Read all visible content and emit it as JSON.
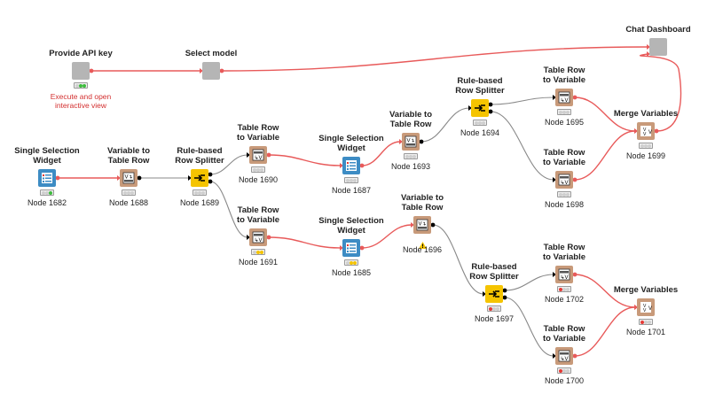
{
  "nodes": [
    {
      "id": "api_key",
      "title_lines": [
        "Provide API key"
      ],
      "label": "",
      "note_lines": [
        "Execute and open",
        "interactive view"
      ],
      "icon": "gray",
      "status": "green_ready"
    },
    {
      "id": "select_model",
      "title_lines": [
        "Select model"
      ],
      "label": "",
      "note_lines": [],
      "icon": "gray",
      "status": "none"
    },
    {
      "id": "chat_dashboard",
      "title_lines": [
        "Chat Dashboard"
      ],
      "label": "",
      "note_lines": [],
      "icon": "gray",
      "status": "none"
    },
    {
      "id": "n1682",
      "title_lines": [
        "Single Selection",
        "Widget"
      ],
      "label": "Node 1682",
      "note_lines": [],
      "icon": "widget",
      "status": "green"
    },
    {
      "id": "n1688",
      "title_lines": [
        "Variable to",
        "Table Row"
      ],
      "label": "Node 1688",
      "note_lines": [],
      "icon": "v2row",
      "status": "none"
    },
    {
      "id": "n1689",
      "title_lines": [
        "Rule-based",
        "Row Splitter"
      ],
      "label": "Node 1689",
      "note_lines": [],
      "icon": "splitter",
      "status": "none"
    },
    {
      "id": "n1690",
      "title_lines": [
        "Table Row",
        "to Variable"
      ],
      "label": "Node 1690",
      "note_lines": [],
      "icon": "row2v",
      "status": "none"
    },
    {
      "id": "n1691",
      "title_lines": [
        "Table Row",
        "to Variable"
      ],
      "label": "Node 1691",
      "note_lines": [],
      "icon": "row2v",
      "status": "yellow"
    },
    {
      "id": "n1687",
      "title_lines": [
        "Single Selection",
        "Widget"
      ],
      "label": "Node 1687",
      "note_lines": [],
      "icon": "widget",
      "status": "none"
    },
    {
      "id": "n1685",
      "title_lines": [
        "Single Selection",
        "Widget"
      ],
      "label": "Node 1685",
      "note_lines": [],
      "icon": "widget",
      "status": "yellow"
    },
    {
      "id": "n1693",
      "title_lines": [
        "Variable to",
        "Table Row"
      ],
      "label": "Node 1693",
      "note_lines": [],
      "icon": "v2row",
      "status": "none"
    },
    {
      "id": "n1696",
      "title_lines": [
        "Variable to",
        "Table Row"
      ],
      "label": "Node 1696",
      "note_lines": [],
      "icon": "v2row_w",
      "status": "warning"
    },
    {
      "id": "n1694",
      "title_lines": [
        "Rule-based",
        "Row Splitter"
      ],
      "label": "Node 1694",
      "note_lines": [],
      "icon": "splitter",
      "status": "none"
    },
    {
      "id": "n1697",
      "title_lines": [
        "Rule-based",
        "Row Splitter"
      ],
      "label": "Node 1697",
      "note_lines": [],
      "icon": "splitter",
      "status": "red"
    },
    {
      "id": "n1695",
      "title_lines": [
        "Table Row",
        "to Variable"
      ],
      "label": "Node 1695",
      "note_lines": [],
      "icon": "row2v",
      "status": "none"
    },
    {
      "id": "n1698",
      "title_lines": [
        "Table Row",
        "to Variable"
      ],
      "label": "Node 1698",
      "note_lines": [],
      "icon": "row2v",
      "status": "none"
    },
    {
      "id": "n1699",
      "title_lines": [
        "Merge Variables"
      ],
      "label": "Node 1699",
      "note_lines": [],
      "icon": "merge",
      "status": "none"
    },
    {
      "id": "n1702",
      "title_lines": [
        "Table Row",
        "to Variable"
      ],
      "label": "Node 1702",
      "note_lines": [],
      "icon": "row2v",
      "status": "red"
    },
    {
      "id": "n1700",
      "title_lines": [
        "Table Row",
        "to Variable"
      ],
      "label": "Node 1700",
      "note_lines": [],
      "icon": "row2v",
      "status": "red"
    },
    {
      "id": "n1701",
      "title_lines": [
        "Merge Variables"
      ],
      "label": "Node 1701",
      "note_lines": [],
      "icon": "merge",
      "status": "red"
    }
  ],
  "edges": [
    {
      "from": "api_key",
      "to": "select_model",
      "kind": "variable"
    },
    {
      "from": "select_model",
      "to": "chat_dashboard",
      "kind": "variable"
    },
    {
      "from": "n1682",
      "to": "n1688",
      "kind": "variable"
    },
    {
      "from": "n1688",
      "to": "n1689",
      "kind": "data"
    },
    {
      "from": "n1689",
      "to": "n1690",
      "kind": "data",
      "port": 0
    },
    {
      "from": "n1689",
      "to": "n1691",
      "kind": "data",
      "port": 1
    },
    {
      "from": "n1690",
      "to": "n1687",
      "kind": "variable"
    },
    {
      "from": "n1691",
      "to": "n1685",
      "kind": "variable"
    },
    {
      "from": "n1687",
      "to": "n1693",
      "kind": "variable"
    },
    {
      "from": "n1685",
      "to": "n1696",
      "kind": "variable"
    },
    {
      "from": "n1693",
      "to": "n1694",
      "kind": "data"
    },
    {
      "from": "n1696",
      "to": "n1697",
      "kind": "data"
    },
    {
      "from": "n1694",
      "to": "n1695",
      "kind": "data",
      "port": 0
    },
    {
      "from": "n1694",
      "to": "n1698",
      "kind": "data",
      "port": 1
    },
    {
      "from": "n1697",
      "to": "n1702",
      "kind": "data",
      "port": 0
    },
    {
      "from": "n1697",
      "to": "n1700",
      "kind": "data",
      "port": 1
    },
    {
      "from": "n1695",
      "to": "n1699",
      "kind": "variable"
    },
    {
      "from": "n1698",
      "to": "n1699",
      "kind": "variable"
    },
    {
      "from": "n1702",
      "to": "n1701",
      "kind": "variable"
    },
    {
      "from": "n1700",
      "to": "n1701",
      "kind": "variable"
    },
    {
      "from": "n1699",
      "to": "chat_dashboard",
      "kind": "variable"
    }
  ],
  "colors": {
    "variable_edge": "#e85a5a",
    "data_edge": "#888888",
    "widget": "#3d8cc4",
    "manipulator": "#c89a7a",
    "splitter": "#f5c400",
    "component": "#b5b5b5",
    "note": "#d32f2f"
  }
}
